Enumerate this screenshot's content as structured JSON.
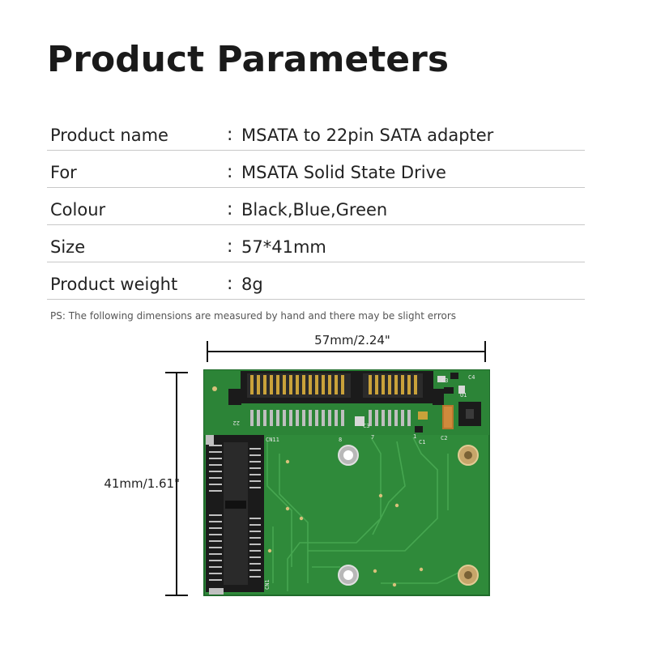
{
  "title": "Product Parameters",
  "params": [
    {
      "label": "Product name",
      "colon": ":",
      "value": "MSATA to 22pin SATA adapter"
    },
    {
      "label": "For",
      "colon": ":",
      "value": "MSATA Solid State Drive"
    },
    {
      "label": "Colour",
      "colon": ":",
      "value": "Black,Blue,Green"
    },
    {
      "label": "Size",
      "colon": ":",
      "value": "57*41mm"
    },
    {
      "label": "Product weight",
      "colon": ":",
      "value": "8g"
    }
  ],
  "note": "PS: The following dimensions are measured by hand and there may be slight errors",
  "dimensions": {
    "width": "57mm/2.24\"",
    "height": "41mm/1.61\""
  },
  "board": {
    "silkscreen": {
      "cn11": "CN11",
      "cn1": "CN1",
      "pin22": "22",
      "pin8": "8",
      "pin7": "7",
      "pin1": "1",
      "c1": "C1",
      "c2": "C2",
      "c3": "C3",
      "c4": "C4",
      "u1": "U1"
    },
    "colors": {
      "pcb": "#2f8a3a",
      "pcb_dark": "#1f6b2b",
      "trace": "#3fa04a",
      "gold": "#c9a23a",
      "connector_black": "#1b1b1b",
      "silver": "#b8b8b8"
    }
  }
}
